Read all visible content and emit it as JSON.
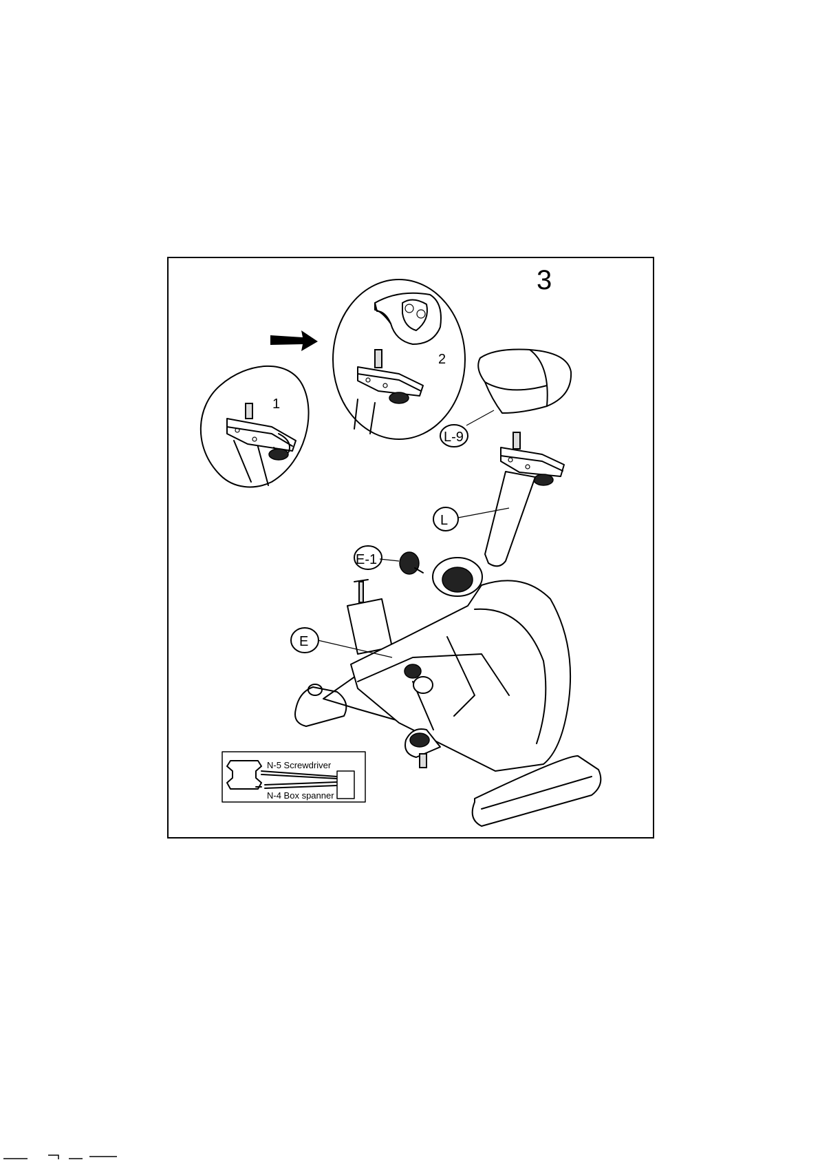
{
  "step_number": "3",
  "detail_labels": {
    "detail_1": "1",
    "detail_2": "2"
  },
  "part_labels": {
    "seat": "L-9",
    "seat_post": "L",
    "knob": "E-1",
    "main_frame": "E"
  },
  "tools": {
    "screwdriver": "N-5 Screwdriver",
    "box_spanner": "N-4 Box spanner"
  }
}
